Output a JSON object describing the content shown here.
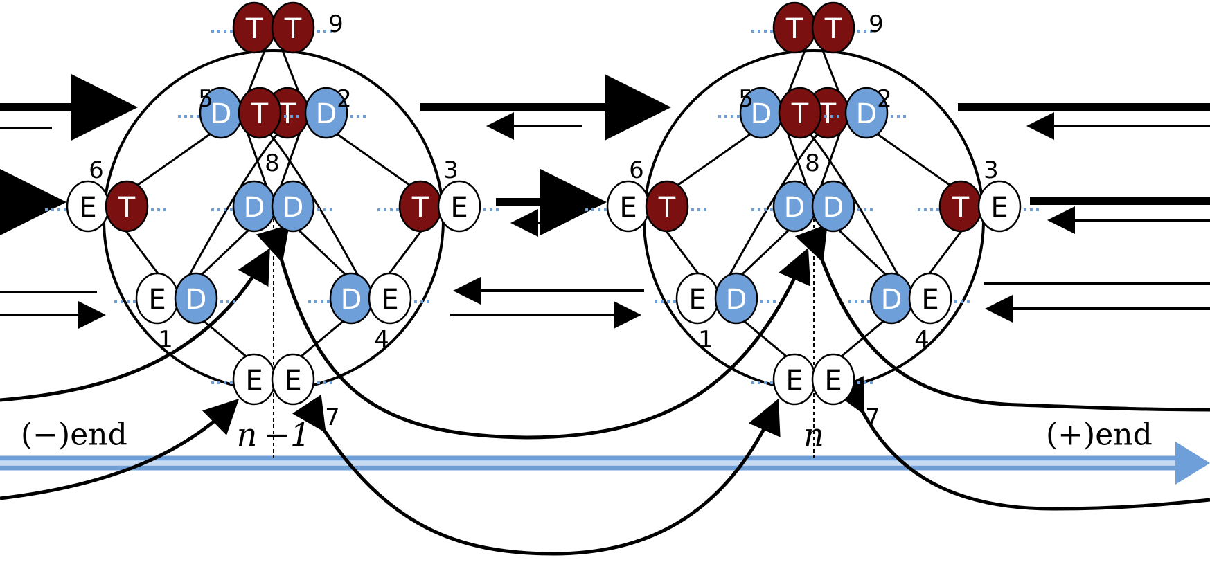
{
  "states": {
    "T": {
      "label": "T",
      "fill": "#7a1010",
      "text": "#ffffff"
    },
    "D": {
      "label": "D",
      "fill": "#6f9fd8",
      "text": "#ffffff"
    },
    "E": {
      "label": "E",
      "fill": "#ffffff",
      "text": "#000000"
    }
  },
  "rings": [
    {
      "position_label": "n −1",
      "sites": [
        {
          "number": "1",
          "states": [
            "E",
            "D"
          ]
        },
        {
          "number": "2",
          "states": [
            "T",
            "D"
          ]
        },
        {
          "number": "3",
          "states": [
            "T",
            "E"
          ]
        },
        {
          "number": "4",
          "states": [
            "D",
            "E"
          ]
        },
        {
          "number": "5",
          "states": [
            "D",
            "T"
          ]
        },
        {
          "number": "6",
          "states": [
            "E",
            "T"
          ]
        },
        {
          "number": "7",
          "states": [
            "E",
            "E"
          ]
        },
        {
          "number": "8",
          "states": [
            "D",
            "D"
          ]
        },
        {
          "number": "9",
          "states": [
            "T",
            "T"
          ]
        }
      ]
    },
    {
      "position_label": "n",
      "sites": [
        {
          "number": "1",
          "states": [
            "E",
            "D"
          ]
        },
        {
          "number": "2",
          "states": [
            "T",
            "D"
          ]
        },
        {
          "number": "3",
          "states": [
            "T",
            "E"
          ]
        },
        {
          "number": "4",
          "states": [
            "D",
            "E"
          ]
        },
        {
          "number": "5",
          "states": [
            "D",
            "T"
          ]
        },
        {
          "number": "6",
          "states": [
            "E",
            "T"
          ]
        },
        {
          "number": "7",
          "states": [
            "E",
            "E"
          ]
        },
        {
          "number": "8",
          "states": [
            "D",
            "D"
          ]
        },
        {
          "number": "9",
          "states": [
            "T",
            "T"
          ]
        }
      ]
    }
  ],
  "axis": {
    "minus_end_label": "(−)end",
    "plus_end_label": "(+)end",
    "color": "#6f9fd8"
  }
}
